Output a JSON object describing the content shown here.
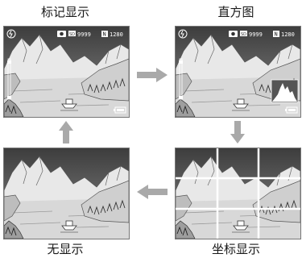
{
  "panels": {
    "top_left": {
      "label": "标记显示"
    },
    "top_right": {
      "label": "直方图"
    },
    "bottom_left": {
      "label": "无显示"
    },
    "bottom_right": {
      "label": "坐标显示"
    }
  },
  "hud": {
    "count": "9999",
    "quality": "N",
    "size": "1280"
  },
  "colors": {
    "sky": "#5d5d5d",
    "arrow": "#a9a9a9"
  }
}
